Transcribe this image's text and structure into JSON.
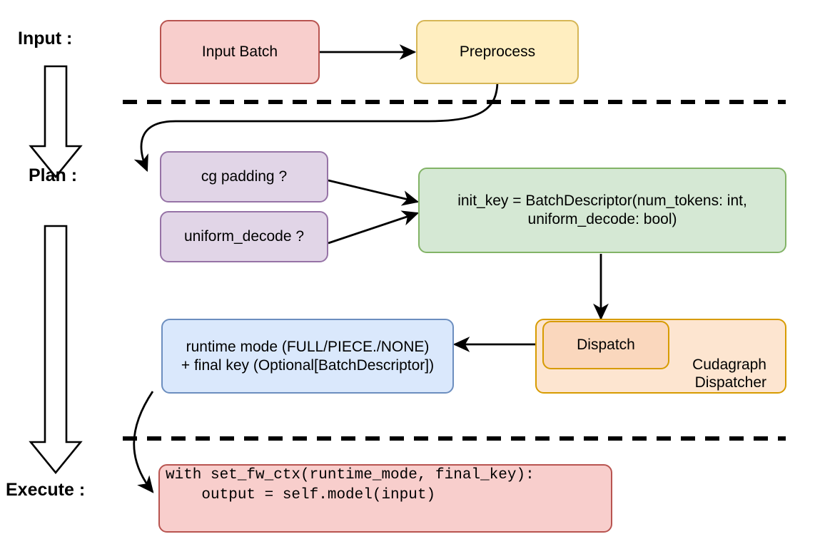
{
  "diagram": {
    "title_stages": [
      {
        "id": "input",
        "label": "Input :"
      },
      {
        "id": "plan",
        "label": "Plan :"
      },
      {
        "id": "execute",
        "label": "Execute :"
      }
    ],
    "nodes": {
      "input_batch": {
        "label": "Input Batch",
        "fill": "#f8cecc",
        "stroke": "#b85450"
      },
      "preprocess": {
        "label": "Preprocess",
        "fill": "#ffeec0",
        "stroke": "#d6b656"
      },
      "cg_padding": {
        "label": "cg padding ?",
        "fill": "#e1d5e7",
        "stroke": "#9673a6"
      },
      "uniform_decode": {
        "label": "uniform_decode ?",
        "fill": "#e1d5e7",
        "stroke": "#9673a6"
      },
      "init_key": {
        "line1": "init_key = BatchDescriptor(num_tokens: int,",
        "line2": "uniform_decode: bool)",
        "fill": "#d5e8d4",
        "stroke": "#82b366"
      },
      "cudagraph_dispatcher": {
        "line1": "Cudagraph",
        "line2": "Dispatcher",
        "fill": "#fde5d0",
        "stroke": "#d79b00"
      },
      "dispatch": {
        "label": "Dispatch",
        "fill": "#fad7bd",
        "stroke": "#d79b00"
      },
      "runtime_mode": {
        "line1": "runtime mode (FULL/PIECE./NONE)",
        "line2": "+ final key (Optional[BatchDescriptor])",
        "fill": "#dae8fc",
        "stroke": "#6c8ebf"
      },
      "execute_code": {
        "line1": "with set_fw_ctx(runtime_mode, final_key):",
        "line2": "    output = self.model(input)",
        "fill": "#f8cecc",
        "stroke": "#b85450"
      }
    },
    "separators": [
      {
        "id": "input-plan-divider",
        "style": "dashed"
      },
      {
        "id": "plan-execute-divider",
        "style": "dashed"
      }
    ],
    "flow_arrows": [
      {
        "id": "input-batch-to-preprocess",
        "from": "input_batch",
        "to": "preprocess"
      },
      {
        "id": "preprocess-to-cg-padding",
        "from": "preprocess",
        "to": "cg_padding"
      },
      {
        "id": "cg-padding-to-init-key",
        "from": "cg_padding",
        "to": "init_key"
      },
      {
        "id": "uniform-decode-to-init-key",
        "from": "uniform_decode",
        "to": "init_key"
      },
      {
        "id": "init-key-to-dispatch",
        "from": "init_key",
        "to": "dispatch"
      },
      {
        "id": "dispatch-to-runtime-mode",
        "from": "dispatch",
        "to": "runtime_mode"
      },
      {
        "id": "runtime-mode-to-execute-code",
        "from": "runtime_mode",
        "to": "execute_code"
      }
    ],
    "stage_arrows": [
      {
        "id": "input-to-plan-stage-arrow"
      },
      {
        "id": "plan-to-execute-stage-arrow"
      }
    ],
    "colors": {
      "line": "#000000",
      "background": "#ffffff"
    }
  }
}
